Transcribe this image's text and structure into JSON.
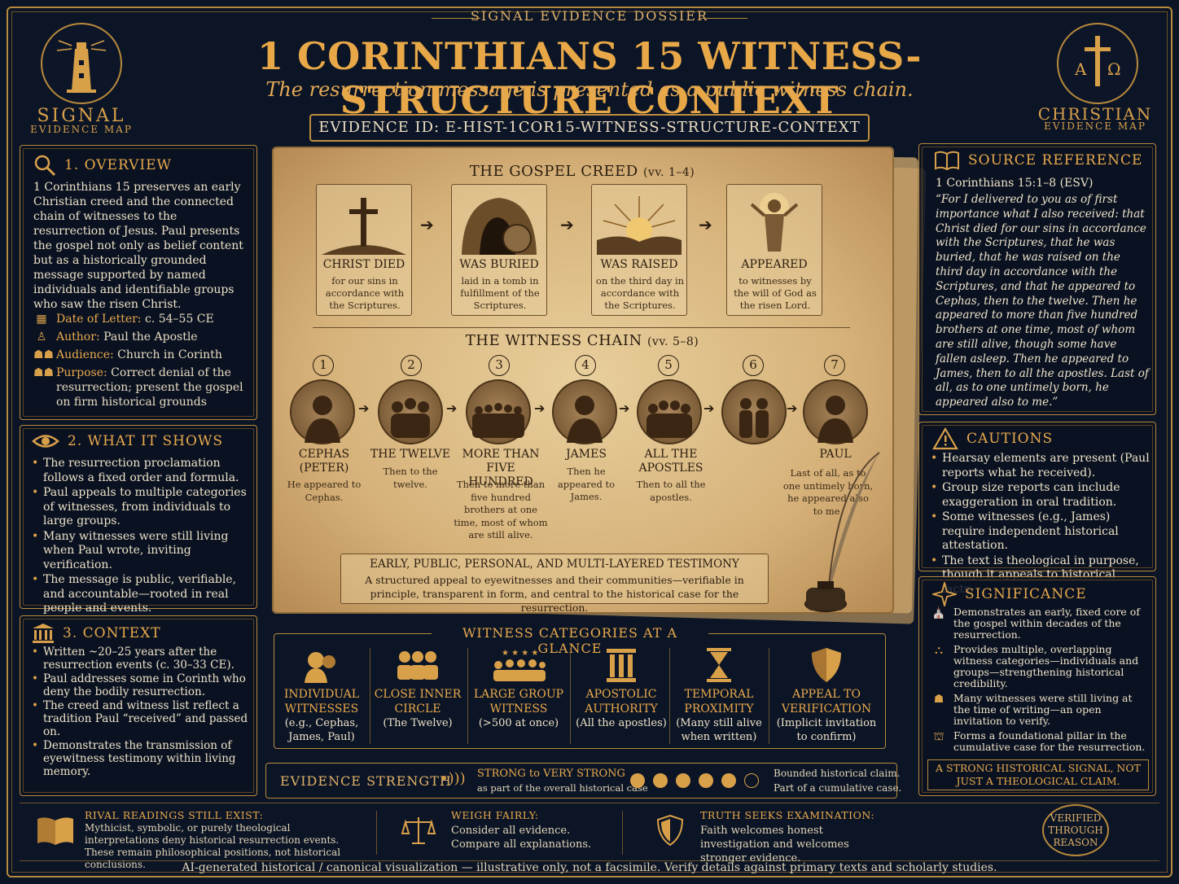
{
  "header": {
    "top_label": "SIGNAL EVIDENCE DOSSIER",
    "title": "1 CORINTHIANS 15 WITNESS-STRUCTURE CONTEXT",
    "subtitle": "The resurrection message is presented as a public witness chain.",
    "evidence_id": "EVIDENCE ID: E-HIST-1COR15-WITNESS-STRUCTURE-CONTEXT",
    "left_logo": {
      "line1": "SIGNAL",
      "line2": "EVIDENCE MAP",
      "icon": "lighthouse-icon"
    },
    "right_logo": {
      "line1": "CHRISTIAN",
      "line2": "EVIDENCE MAP",
      "icon": "cross-alpha-omega-icon",
      "alpha": "A",
      "omega": "Ω"
    }
  },
  "overview": {
    "heading": "1. OVERVIEW",
    "icon": "magnifier-icon",
    "text": "1 Corinthians 15 preserves an early Christian creed and the connected chain of witnesses to the resurrection of Jesus. Paul presents the gospel not only as belief content but as a historically grounded message supported by named individuals and identifiable groups who saw the risen Christ.",
    "meta": [
      {
        "key": "Date of Letter:",
        "value": "c. 54–55 CE",
        "icon": "calendar-icon"
      },
      {
        "key": "Author:",
        "value": "Paul the Apostle",
        "icon": "person-icon"
      },
      {
        "key": "Audience:",
        "value": "Church in Corinth",
        "icon": "group-icon"
      },
      {
        "key": "Purpose:",
        "value": "Correct denial of the resurrection; present the gospel on firm historical grounds",
        "icon": "group-icon"
      }
    ]
  },
  "what_it_shows": {
    "heading": "2. WHAT IT SHOWS",
    "icon": "eye-icon",
    "items": [
      "The resurrection proclamation follows a fixed order and formula.",
      "Paul appeals to multiple categories of witnesses, from individuals to large groups.",
      "Many witnesses were still living when Paul wrote, inviting verification.",
      "The message is public, verifiable, and accountable—rooted in real people and events."
    ]
  },
  "context": {
    "heading": "3. CONTEXT",
    "icon": "columns-icon",
    "items": [
      "Written ~20–25 years after the resurrection events (c. 30–33 CE).",
      "Paul addresses some in Corinth who deny the bodily resurrection.",
      "The creed and witness list reflect a tradition Paul “received” and passed on.",
      "Demonstrates the transmission of eyewitness testimony within living memory."
    ]
  },
  "creed": {
    "title": "THE GOSPEL CREED",
    "verses": "(vv. 1–4)",
    "steps": [
      {
        "label": "CHRIST DIED",
        "desc": "for our sins in accordance with the Scriptures.",
        "icon": "cross-hill-icon"
      },
      {
        "label": "WAS BURIED",
        "desc": "laid in a tomb in fulfillment of the Scriptures.",
        "icon": "tomb-icon"
      },
      {
        "label": "WAS RAISED",
        "desc": "on the third day in accordance with the Scriptures.",
        "icon": "sunrise-icon"
      },
      {
        "label": "APPEARED",
        "desc": "to witnesses by the will of God as the risen Lord.",
        "icon": "risen-figure-icon"
      }
    ]
  },
  "witness_chain": {
    "title": "THE WITNESS CHAIN",
    "verses": "(vv. 5–8)",
    "witnesses": [
      {
        "num": "1",
        "name": "CEPHAS (PETER)",
        "desc": "He appeared to Cephas."
      },
      {
        "num": "2",
        "name": "THE TWELVE",
        "desc": "Then to the twelve."
      },
      {
        "num": "3",
        "name": "MORE THAN FIVE HUNDRED",
        "desc": "Then to more than five hundred brothers at one time, most of whom are still alive."
      },
      {
        "num": "4",
        "name": "JAMES",
        "desc": "Then he appeared to James."
      },
      {
        "num": "5",
        "name": "ALL THE APOSTLES",
        "desc": "Then to all the apostles."
      },
      {
        "num": "6",
        "name": "",
        "desc": ""
      },
      {
        "num": "7",
        "name": "PAUL",
        "desc": "Last of all, as to one untimely born, he appeared also to me."
      }
    ],
    "testimony_title": "EARLY, PUBLIC, PERSONAL, AND MULTI-LAYERED TESTIMONY",
    "testimony_text": "A structured appeal to eyewitnesses and their communities—verifiable in principle, transparent in form, and central to the historical case for the resurrection."
  },
  "categories": {
    "title": "WITNESS CATEGORIES AT A GLANCE",
    "items": [
      {
        "name": "INDIVIDUAL WITNESSES",
        "desc": "(e.g., Cephas, James, Paul)",
        "icon": "heads-icon"
      },
      {
        "name": "CLOSE INNER CIRCLE",
        "desc": "(The Twelve)",
        "icon": "three-people-icon"
      },
      {
        "name": "LARGE GROUP WITNESS",
        "desc": "(>500 at once)",
        "icon": "crowd-icon"
      },
      {
        "name": "APOSTOLIC AUTHORITY",
        "desc": "(All the apostles)",
        "icon": "temple-icon"
      },
      {
        "name": "TEMPORAL PROXIMITY",
        "desc": "(Many still alive when written)",
        "icon": "hourglass-icon"
      },
      {
        "name": "APPEAL TO VERIFICATION",
        "desc": "(Implicit invitation to confirm)",
        "icon": "shield-icon"
      }
    ]
  },
  "strength": {
    "label": "EVIDENCE STRENGTH",
    "rating": "STRONG to VERY STRONG",
    "rating_sub": "as part of the overall historical case",
    "filled": 5,
    "total": 6,
    "note1": "Bounded historical claim.",
    "note2": "Part of a cumulative case.",
    "icon": "signal-icon"
  },
  "source": {
    "heading": "SOURCE REFERENCE",
    "icon": "book-icon",
    "citation": "1 Corinthians 15:1–8 (ESV)",
    "quote": "“For I delivered to you as of first importance what I also received: that Christ died for our sins in accordance with the Scriptures, that he was buried, that he was raised on the third day in accordance with the Scriptures, and that he appeared to Cephas, then to the twelve. Then he appeared to more than five hundred brothers at one time, most of whom are still alive, though some have fallen asleep. Then he appeared to James, then to all the apostles. Last of all, as to one untimely born, he appeared also to me.”"
  },
  "cautions": {
    "heading": "CAUTIONS",
    "icon": "warning-icon",
    "items": [
      "Hearsay elements are present (Paul reports what he received).",
      "Group size reports can include exaggeration in oral tradition.",
      "Some witnesses (e.g., James) require independent historical attestation.",
      "The text is theological in purpose, though it appeals to historical facts."
    ]
  },
  "significance": {
    "heading": "SIGNIFICANCE",
    "icon": "star-compass-icon",
    "items": [
      {
        "text": "Demonstrates an early, fixed core of the gospel within decades of the resurrection.",
        "icon": "church-icon"
      },
      {
        "text": "Provides multiple, overlapping witness categories—individuals and groups—strengthening historical credibility.",
        "icon": "network-icon"
      },
      {
        "text": "Many witnesses were still living at the time of writing—an open invitation to verify.",
        "icon": "people-icon"
      },
      {
        "text": "Forms a foundational pillar in the cumulative case for the resurrection.",
        "icon": "pillar-icon"
      }
    ],
    "banner": "A STRONG HISTORICAL SIGNAL, NOT JUST A THEOLOGICAL CLAIM."
  },
  "bottom": {
    "rival": {
      "title": "RIVAL READINGS STILL EXIST:",
      "text": "Mythicist, symbolic, or purely theological interpretations deny historical resurrection events. These remain philosophical positions, not historical conclusions.",
      "icon": "open-book-icon"
    },
    "weigh": {
      "title": "WEIGH FAIRLY:",
      "text": "Consider all evidence. Compare all explanations.",
      "icon": "scales-icon"
    },
    "truth": {
      "title": "TRUTH SEEKS EXAMINATION:",
      "text": "Faith welcomes honest investigation and welcomes stronger evidence.",
      "icon": "shield-icon"
    },
    "seal": "VERIFIED THROUGH REASON",
    "footnote": "AI-generated historical / canonical visualization — illustrative only, not a facsimile. Verify details against primary texts and scholarly studies."
  }
}
